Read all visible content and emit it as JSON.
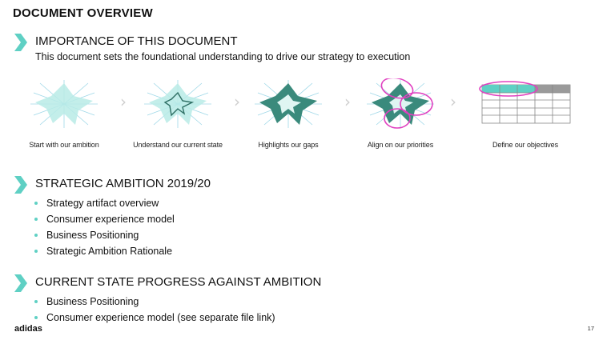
{
  "page": {
    "title": "DOCUMENT OVERVIEW",
    "page_number": "17",
    "logo_text": "adidas"
  },
  "colors": {
    "accent": "#5fd0c4",
    "dark_teal": "#3a8a7c",
    "light_teal": "#b9ebe6",
    "magenta": "#e040c0",
    "grid_gray": "#888888"
  },
  "sections": [
    {
      "heading": "IMPORTANCE OF THIS DOCUMENT",
      "subtitle": "This document sets the foundational understanding to drive our strategy to execution",
      "steps": [
        {
          "label": "Start with our ambition",
          "icon": "radar-ambition-icon"
        },
        {
          "label": "Understand our current state",
          "icon": "radar-current-state-icon"
        },
        {
          "label": "Highlights our gaps",
          "icon": "radar-gaps-icon"
        },
        {
          "label": "Align on our priorities",
          "icon": "radar-priorities-icon"
        },
        {
          "label": "Define our objectives",
          "icon": "objectives-table-icon"
        }
      ]
    },
    {
      "heading": "STRATEGIC AMBITION 2019/20",
      "bullets": [
        "Strategy artifact overview",
        "Consumer experience model",
        "Business Positioning",
        "Strategic Ambition Rationale"
      ]
    },
    {
      "heading": "CURRENT STATE PROGRESS AGAINST AMBITION",
      "bullets": [
        "Business Positioning",
        "Consumer experience model (see separate file link)"
      ]
    }
  ]
}
